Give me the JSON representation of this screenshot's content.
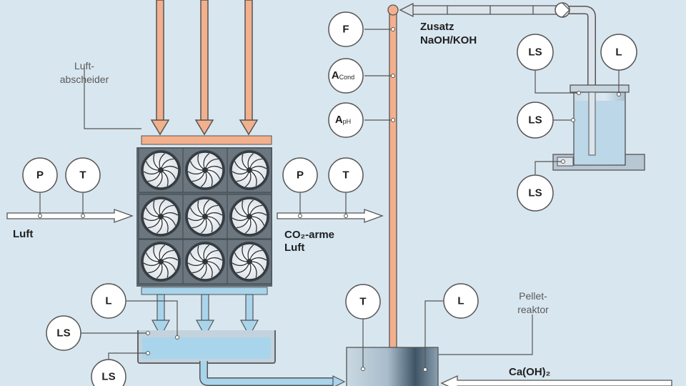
{
  "labels": {
    "air_separator_line1": "Luft-",
    "air_separator_line2": "abscheider",
    "air_in": "Luft",
    "co2_lean_line1": "CO₂-arme",
    "co2_lean_line2": "Luft",
    "additive_line1": "Zusatz",
    "additive_line2": "NaOH/KOH",
    "pellet_line1": "Pellet-",
    "pellet_line2": "reaktor",
    "lime": "Ca(OH)₂"
  },
  "instruments": {
    "inlet_pressure": {
      "main": "P",
      "sub": ""
    },
    "inlet_temperature": {
      "main": "T",
      "sub": ""
    },
    "outlet_pressure": {
      "main": "P",
      "sub": ""
    },
    "outlet_temperature": {
      "main": "T",
      "sub": ""
    },
    "flow": {
      "main": "F",
      "sub": ""
    },
    "conductivity": {
      "main": "A",
      "sub": "Cond"
    },
    "ph": {
      "main": "A",
      "sub": "pH"
    },
    "tank_ls_upper": {
      "main": "LS",
      "sub": ""
    },
    "tank_level": {
      "main": "L",
      "sub": ""
    },
    "tank_ls_mid": {
      "main": "LS",
      "sub": ""
    },
    "tank_ls_lower": {
      "main": "LS",
      "sub": ""
    },
    "basin_level": {
      "main": "L",
      "sub": ""
    },
    "basin_ls_upper": {
      "main": "LS",
      "sub": ""
    },
    "basin_ls_lower": {
      "main": "LS",
      "sub": ""
    },
    "reactor_temperature": {
      "main": "T",
      "sub": ""
    },
    "reactor_level": {
      "main": "L",
      "sub": ""
    }
  },
  "colors": {
    "background": "#d8e6ef",
    "solution_pipe": "#f3b08d",
    "water": "#a9d5ec",
    "line": "#555555"
  }
}
